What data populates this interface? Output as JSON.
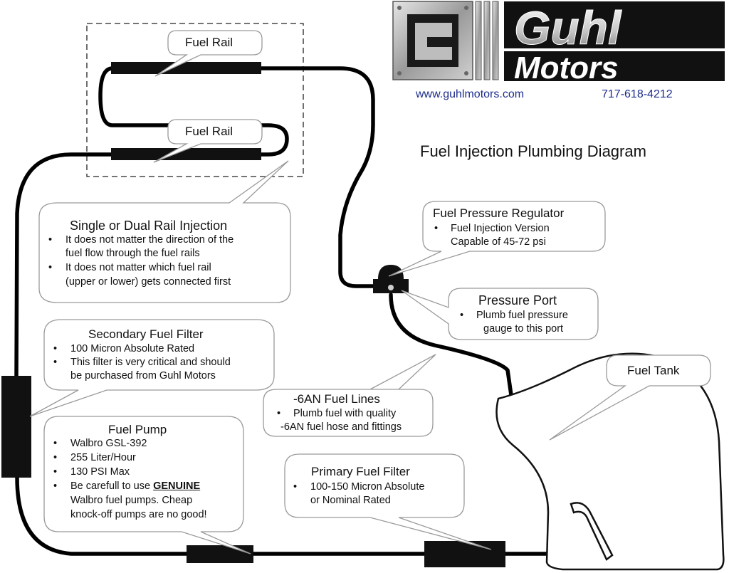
{
  "brand": {
    "logo_letter": "G",
    "logo_word_top": "Guhl",
    "logo_word_bottom": "Motors",
    "website": "www.guhlmotors.com",
    "phone": "717-618-4212"
  },
  "diagram_title": "Fuel Injection Plumbing Diagram",
  "labels": {
    "fuel_rail_upper": "Fuel Rail",
    "fuel_rail_lower": "Fuel Rail",
    "fuel_tank": "Fuel Tank"
  },
  "callouts": {
    "rail_injection": {
      "title": "Single or Dual Rail Injection",
      "bullets": [
        "It does not matter the direction of the",
        "fuel flow through the fuel rails",
        "It does not matter which fuel rail",
        "(upper or lower) gets connected first"
      ]
    },
    "regulator": {
      "title": "Fuel Pressure Regulator",
      "bullets": [
        "Fuel Injection Version",
        "Capable of 45-72 psi"
      ]
    },
    "pressure_port": {
      "title": "Pressure Port",
      "bullets": [
        "Plumb fuel pressure",
        "gauge to this port"
      ]
    },
    "secondary_filter": {
      "title": "Secondary Fuel Filter",
      "bullets": [
        "100 Micron Absolute Rated",
        "This filter is very critical and should",
        "be purchased from Guhl Motors"
      ]
    },
    "fuel_lines": {
      "title": "-6AN Fuel Lines",
      "bullets": [
        "Plumb fuel with quality",
        "-6AN fuel hose and fittings"
      ]
    },
    "fuel_pump": {
      "title": "Fuel Pump",
      "bullets": [
        "Walbro GSL-392",
        "255 Liter/Hour",
        "130 PSI Max",
        "Be carefull to use ",
        "GENUINE",
        "Walbro fuel pumps. Cheap",
        "knock-off pumps are no good!"
      ]
    },
    "primary_filter": {
      "title": "Primary Fuel Filter",
      "bullets": [
        "100-150 Micron Absolute",
        "or Nominal Rated"
      ]
    }
  },
  "bullet_glyph": "•",
  "colors": {
    "line": "#000000",
    "bubble_fill": "#ffffff",
    "bubble_stroke": "#9a9a9a",
    "brand_blue": "#1c2c8c",
    "logo_dark": "#111111"
  }
}
